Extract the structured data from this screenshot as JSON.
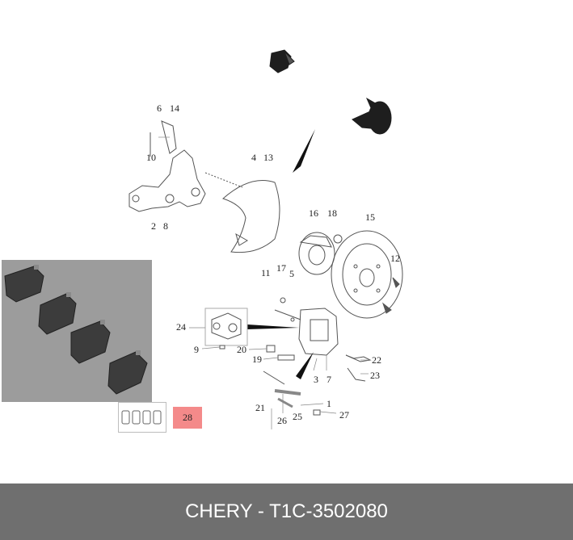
{
  "callouts": {
    "c6": "6",
    "c14": "14",
    "c10": "10",
    "c2": "2",
    "c8": "8",
    "c4": "4",
    "c13": "13",
    "c16": "16",
    "c18": "18",
    "c15": "15",
    "c12": "12",
    "c11": "11",
    "c17": "17",
    "c5": "5",
    "c24": "24",
    "c9": "9",
    "c20": "20",
    "c19": "19",
    "c3": "3",
    "c7": "7",
    "c22": "22",
    "c23": "23",
    "c1": "1",
    "c21": "21",
    "c26": "26",
    "c25": "25",
    "c27": "27"
  },
  "highlight_label": "28",
  "footer_text": "CHERY - T1C-3502080",
  "colors": {
    "highlight": "#f48a8a",
    "footer": "#6f6f6f",
    "photo_bg": "#9a9a9a"
  }
}
